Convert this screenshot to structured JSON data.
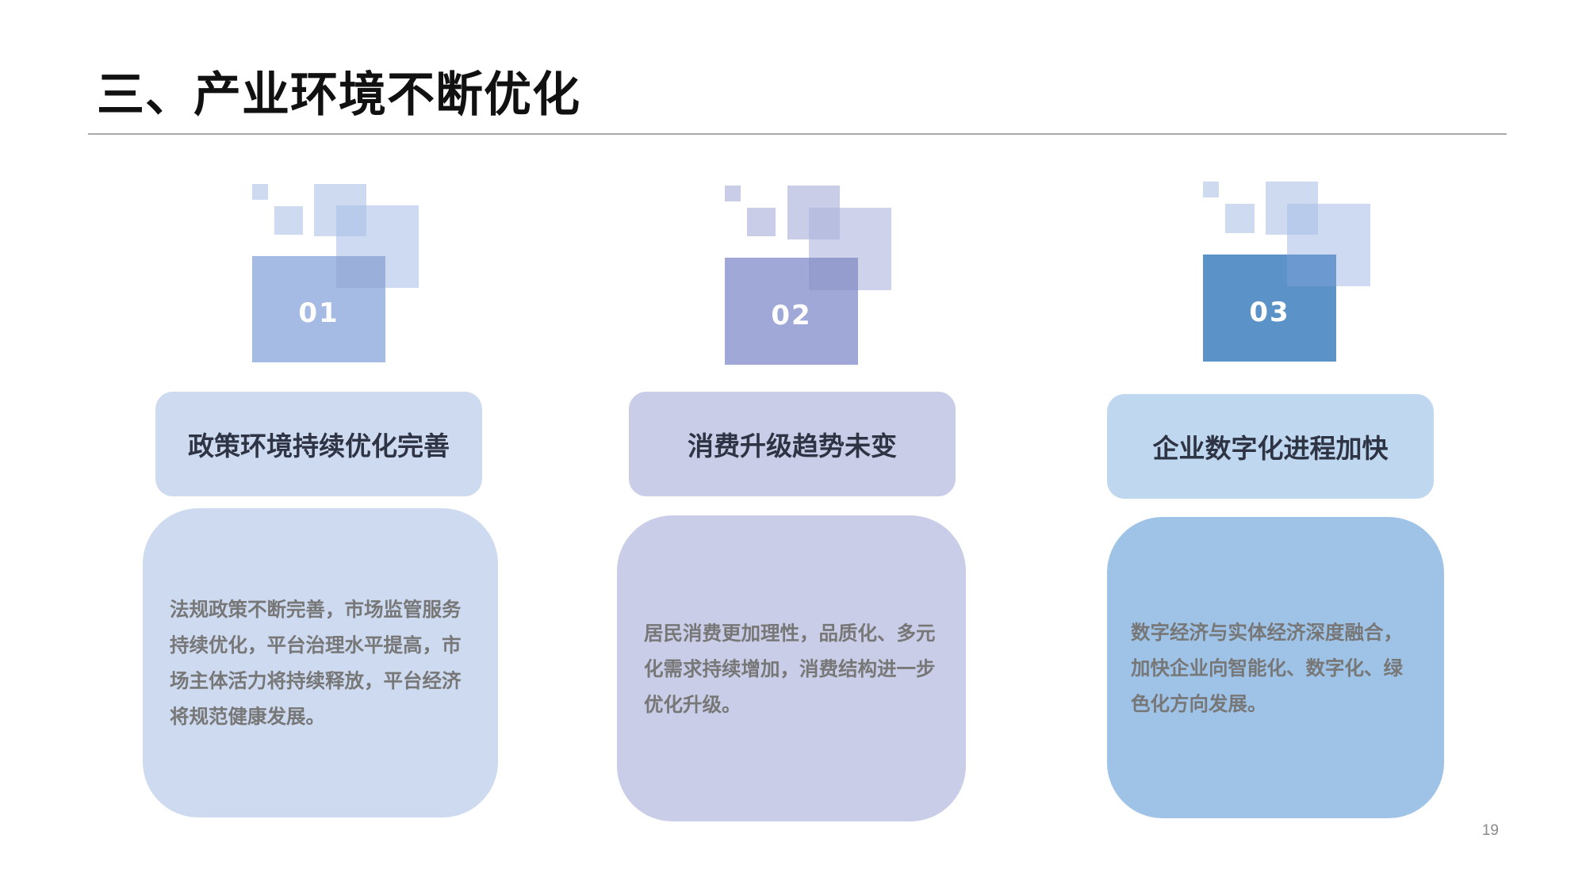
{
  "title": "三、产业环境不断优化",
  "page_number": "19",
  "items": [
    {
      "number": "01",
      "heading": "政策环境持续优化完善",
      "body": "法规政策不断完善，市场监管服务持续优化，平台治理水平提高，市场主体活力将持续释放，平台经济将规范健康发展。"
    },
    {
      "number": "02",
      "heading": "消费升级趋势未变",
      "body": "居民消费更加理性，品质化、多元化需求持续增加，消费结构进一步优化升级。"
    },
    {
      "number": "03",
      "heading": "企业数字化进程加快",
      "body": "数字经济与实体经济深度融合，加快企业向智能化、数字化、绿色化方向发展。"
    }
  ],
  "colors": {
    "item1_number_box": "#a6bbe3",
    "item1_light": "#cddaf0",
    "item2_number_box": "#9fa8d6",
    "item2_light": "#c9cde7",
    "item3_number_box": "#5b92c8",
    "item3_heading": "#bfd7ef",
    "item3_card": "#9fc3e7"
  }
}
